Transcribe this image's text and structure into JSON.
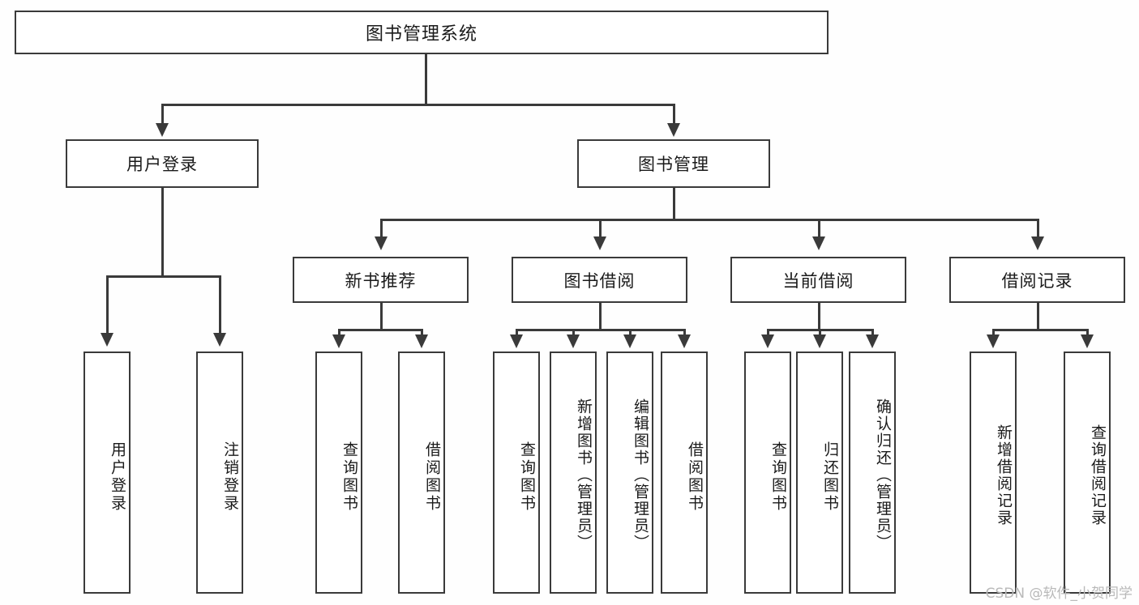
{
  "diagram": {
    "type": "tree-hierarchy",
    "title_node": {
      "label": "图书管理系统"
    },
    "level2": [
      {
        "label": "用户登录"
      },
      {
        "label": "图书管理"
      }
    ],
    "level3": [
      {
        "label": "新书推荐"
      },
      {
        "label": "图书借阅"
      },
      {
        "label": "当前借阅"
      },
      {
        "label": "借阅记录"
      }
    ],
    "leaves": {
      "user_login": [
        {
          "label": "用户登录"
        },
        {
          "label": "注销登录"
        }
      ],
      "new_book_recommend": [
        {
          "label": "查询图书"
        },
        {
          "label": "借阅图书"
        }
      ],
      "book_borrow": [
        {
          "label": "查询图书"
        },
        {
          "label": "新增图书（管理员）"
        },
        {
          "label": "编辑图书（管理员）"
        },
        {
          "label": "借阅图书"
        }
      ],
      "current_borrow": [
        {
          "label": "查询图书"
        },
        {
          "label": "归还图书"
        },
        {
          "label": "确认归还（管理员）"
        }
      ],
      "borrow_record": [
        {
          "label": "新增借阅记录"
        },
        {
          "label": "查询借阅记录"
        }
      ]
    }
  },
  "watermark": {
    "text": "CSDN @软件_小贺同学"
  },
  "colors": {
    "line": "#3a3a3a",
    "box_fill": "#ffffff",
    "text": "#1a1a1a",
    "background": "#fefefe",
    "watermark": "#b9b9b9"
  }
}
